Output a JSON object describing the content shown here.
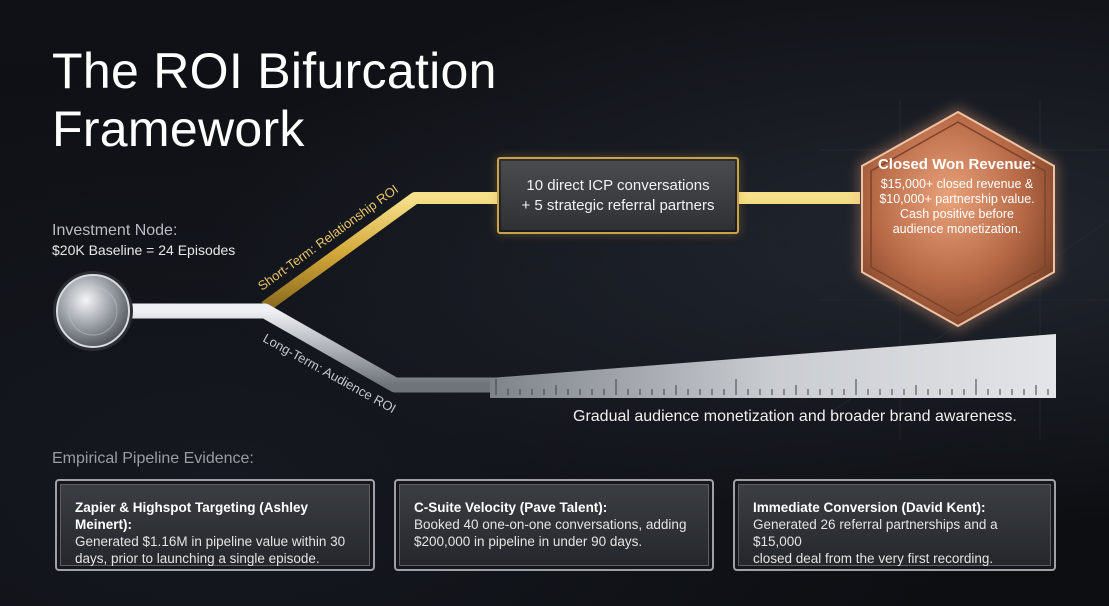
{
  "title": {
    "line1": "The ROI Bifurcation",
    "line2": "Framework"
  },
  "investment": {
    "label": "Investment Node:",
    "value": "$20K Baseline = 24 Episodes"
  },
  "short_term": {
    "path_label": "Short-Term: Relationship ROI",
    "box_line1": "10 direct ICP conversations",
    "box_line2": "+ 5 strategic referral partners"
  },
  "closed_won": {
    "title": "Closed Won Revenue:",
    "line1": "$15,000+ closed revenue &",
    "line2": "$10,000+ partnership value.",
    "line3": "Cash positive before",
    "line4": "audience monetization."
  },
  "long_term": {
    "path_label": "Long-Term: Audience ROI",
    "caption": "Gradual audience monetization and broader brand awareness."
  },
  "evidence": {
    "label": "Empirical Pipeline Evidence:",
    "cards": [
      {
        "title": "Zapier & Highspot Targeting (Ashley Meinert):",
        "body_line1": "Generated $1.16M in pipeline value within 30",
        "body_line2": "days, prior to launching a single episode."
      },
      {
        "title": "C-Suite Velocity (Pave Talent):",
        "body_line1": "Booked 40 one-on-one conversations, adding",
        "body_line2": "$200,000 in pipeline in under 90 days."
      },
      {
        "title": "Immediate Conversion (David Kent):",
        "body_line1": "Generated 26 referral partnerships and a $15,000",
        "body_line2": "closed deal from the very first recording."
      }
    ]
  },
  "colors": {
    "gold": "#d4a93a",
    "copper": "#b86a47",
    "steel": "#b8bcc2",
    "background": "#0d0f13"
  }
}
